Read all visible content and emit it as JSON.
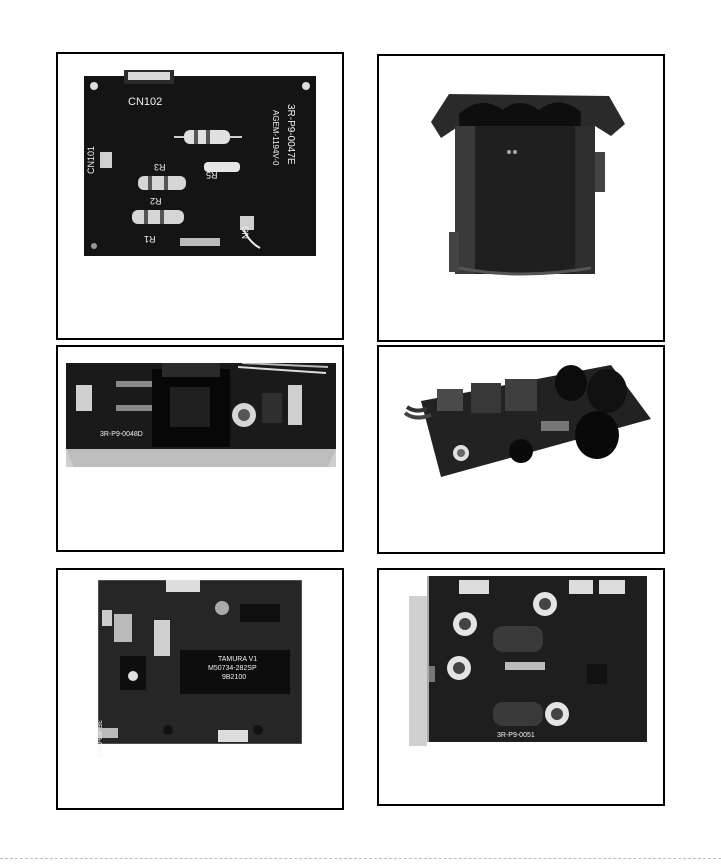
{
  "panels": {
    "p1": {
      "labels": {
        "cn102": "CN102",
        "cn101": "CN101",
        "r3": "R3",
        "r5": "R5",
        "r2": "R2",
        "r1": "R1",
        "part_no": "3R-P9-0047E",
        "maker": "AGEM-1194V-0",
        "cn": "CN"
      }
    },
    "p2": {},
    "p3": {
      "labels": {
        "part_no": "3R-P9-0048D"
      }
    },
    "p4": {},
    "p5": {
      "labels": {
        "ic_line1": "TAMURA V1",
        "ic_line2": "M50734-282SP",
        "ic_line3": "9B2100",
        "part_no": "3R-P9-0071"
      }
    },
    "p6": {
      "labels": {
        "part_no": "3R-P9-0051"
      }
    }
  }
}
